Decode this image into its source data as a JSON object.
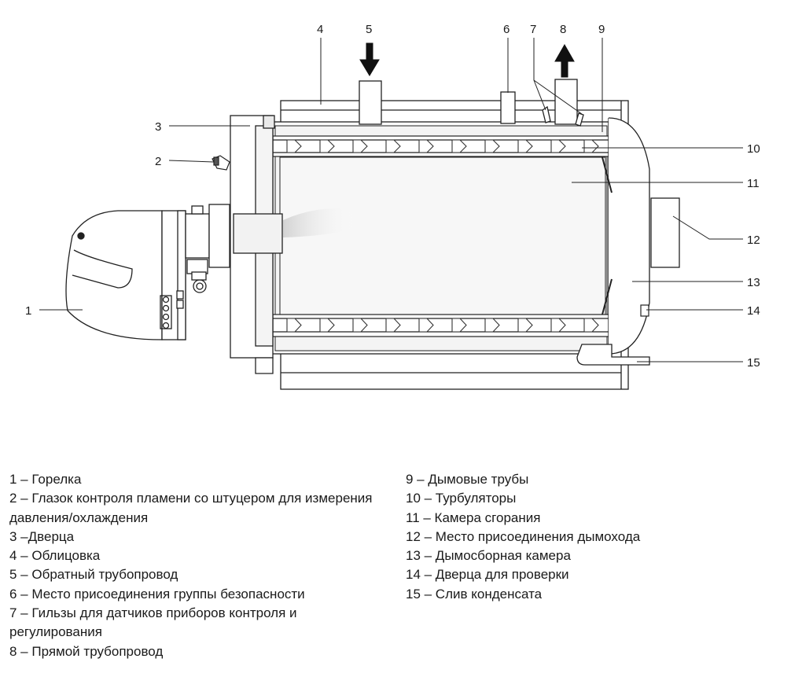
{
  "callouts": [
    {
      "num": "1"
    },
    {
      "num": "2"
    },
    {
      "num": "3"
    },
    {
      "num": "4"
    },
    {
      "num": "5"
    },
    {
      "num": "6"
    },
    {
      "num": "7"
    },
    {
      "num": "8"
    },
    {
      "num": "9"
    },
    {
      "num": "10"
    },
    {
      "num": "11"
    },
    {
      "num": "12"
    },
    {
      "num": "13"
    },
    {
      "num": "14"
    },
    {
      "num": "15"
    }
  ],
  "legend": {
    "left": [
      "1 – Горелка",
      "2 – Глазок контроля пламени со штуцером для измерения давления/охлаждения",
      "3 –Дверца",
      "4 – Облицовка",
      "5 – Обратный трубопровод",
      "6 – Место присоединения группы безопасности",
      "7 – Гильзы для датчиков приборов контроля и регулирования",
      "8 – Прямой трубопровод"
    ],
    "right": [
      "9 – Дымовые трубы",
      "10 – Турбуляторы",
      "11 – Камера сгорания",
      "12 – Место присоединения дымохода",
      "13 – Дымосборная камера",
      "14 – Дверца  для проверки",
      "15 – Слив конденсата"
    ]
  }
}
